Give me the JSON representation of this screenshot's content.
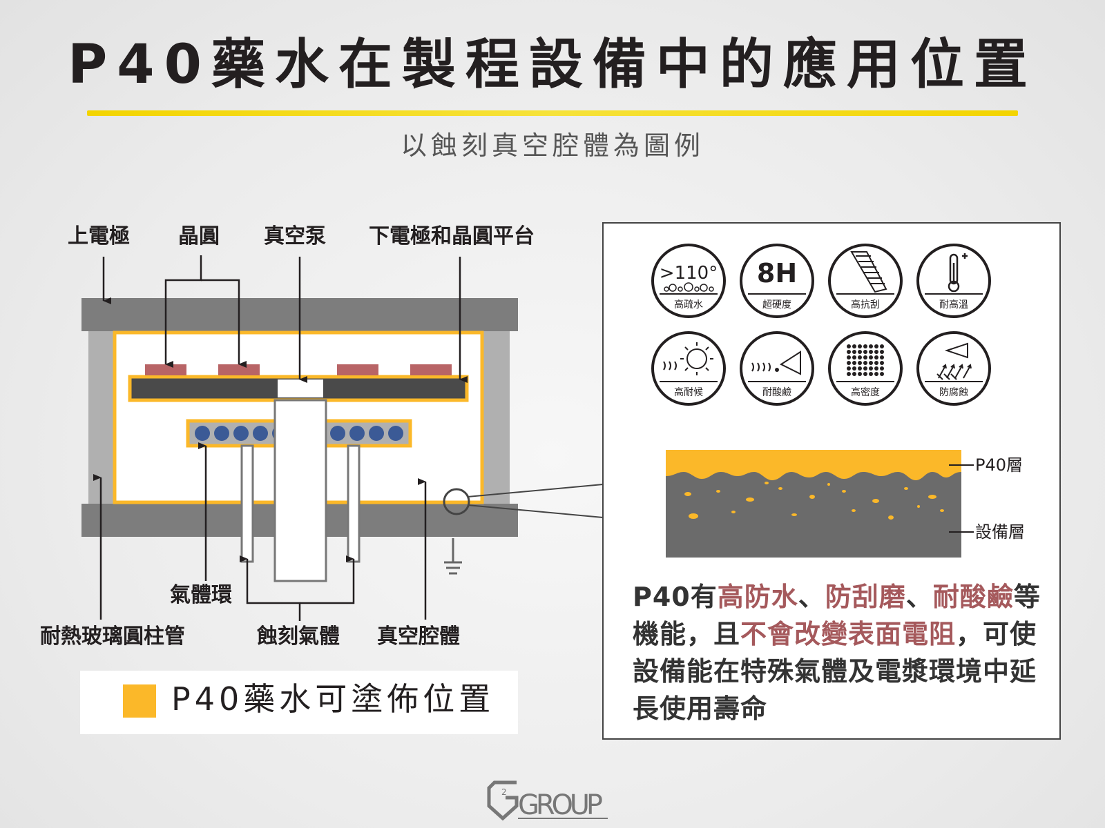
{
  "header": {
    "title": "P40藥水在製程設備中的應用位置",
    "subtitle": "以蝕刻真空腔體為圖例"
  },
  "diagram_labels": {
    "upper_electrode": "上電極",
    "wafer": "晶圓",
    "vacuum_pump": "真空泵",
    "lower_electrode_platform": "下電極和晶圓平台",
    "gas_ring": "氣體環",
    "glass_tube": "耐熱玻璃圓柱管",
    "etch_gas": "蝕刻氣體",
    "vacuum_chamber": "真空腔體"
  },
  "legend": {
    "text": "P40藥水可塗佈位置",
    "color": "#fbb829"
  },
  "features": [
    {
      "icon": "contact-angle-icon",
      "big": ">110°",
      "caption": "高疏水"
    },
    {
      "icon": "hardness-icon",
      "big": "8H",
      "caption": "超硬度"
    },
    {
      "icon": "scratch-icon",
      "big": "",
      "caption": "高抗刮"
    },
    {
      "icon": "thermometer-icon",
      "big": "",
      "caption": "耐高溫"
    },
    {
      "icon": "sun-icon",
      "big": "",
      "caption": "高耐候"
    },
    {
      "icon": "acid-spray-icon",
      "big": "",
      "caption": "耐酸鹼"
    },
    {
      "icon": "dot-grid-icon",
      "big": "",
      "caption": "高密度"
    },
    {
      "icon": "corrosion-icon",
      "big": "",
      "caption": "防腐蝕"
    }
  ],
  "layers": {
    "top": "P40層",
    "bottom": "設備層"
  },
  "description": {
    "p1": "P40有",
    "h1": "高防水",
    "s1": "、",
    "h2": "防刮磨",
    "s2": "、",
    "h3": "耐酸鹼",
    "p2": "等機能，且",
    "h4": "不會改變表面電阻",
    "p3": "，可使設備能在特殊氣體及電漿環境中延長使用壽命"
  },
  "logo": {
    "text": "GROUP",
    "superscript": "2"
  },
  "colors": {
    "coating": "#fbb829",
    "frame": "#7d7d7d",
    "wall": "#b0b0b0",
    "platform": "#4a4a4a",
    "wafer": "#b86466",
    "gas_hole": "#3b5a96",
    "highlight": "#a5595c",
    "title_rule": "#f3d400"
  }
}
